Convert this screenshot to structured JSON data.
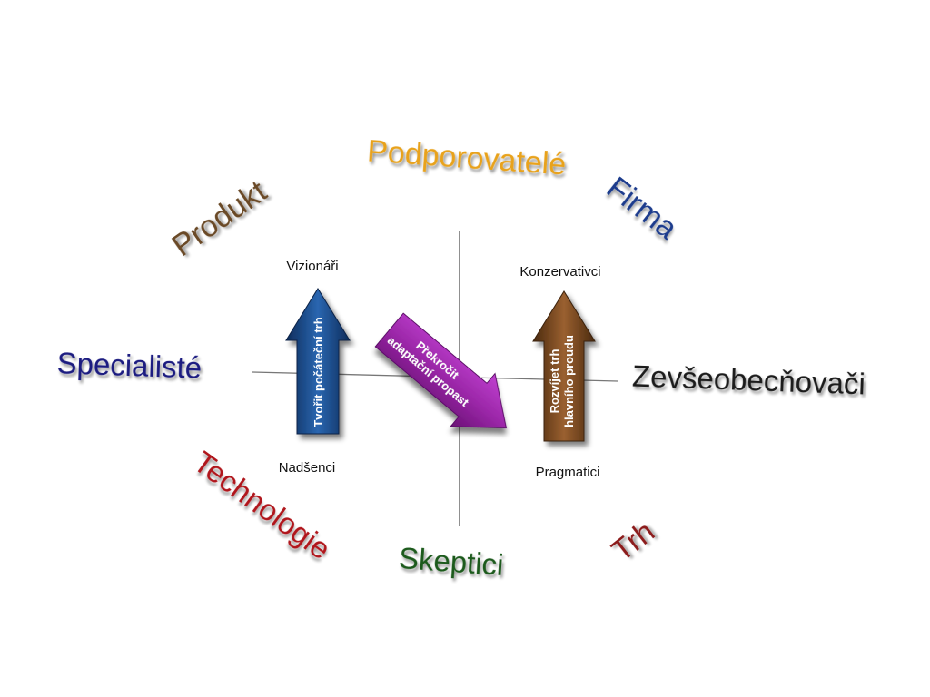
{
  "outer_labels": {
    "podporovatele": {
      "text": "Podporovatelé",
      "color": "#e8a21a"
    },
    "firma": {
      "text": "Firma",
      "color": "#1a3a8c"
    },
    "produkt": {
      "text": "Produkt",
      "color": "#6b4a28"
    },
    "specialiste": {
      "text": "Specialisté",
      "color": "#1a1a80"
    },
    "zevseobecnovaci": {
      "text": "Zevšeobecňovači",
      "color": "#1a1a1a"
    },
    "technologie": {
      "text": "Technologie",
      "color": "#b0181c"
    },
    "skeptici": {
      "text": "Skeptici",
      "color": "#1d5a1d"
    },
    "trh": {
      "text": "Trh",
      "color": "#8c1a1a"
    }
  },
  "quadrant_labels": {
    "vizionari": "Vizionáři",
    "konzervativci": "Konzervativci",
    "nadsenci": "Nadšenci",
    "pragmatici": "Pragmatici"
  },
  "arrows": {
    "blue": {
      "lines": [
        "Tvořit počáteční trh"
      ],
      "color": "#1f4e8c"
    },
    "purple": {
      "lines": [
        "Překročit",
        "adaptační propast"
      ],
      "color": "#9b27a8"
    },
    "brown": {
      "lines": [
        "Rozvíjet trh",
        "hlavního proudu"
      ],
      "color": "#7a4a1e"
    }
  }
}
